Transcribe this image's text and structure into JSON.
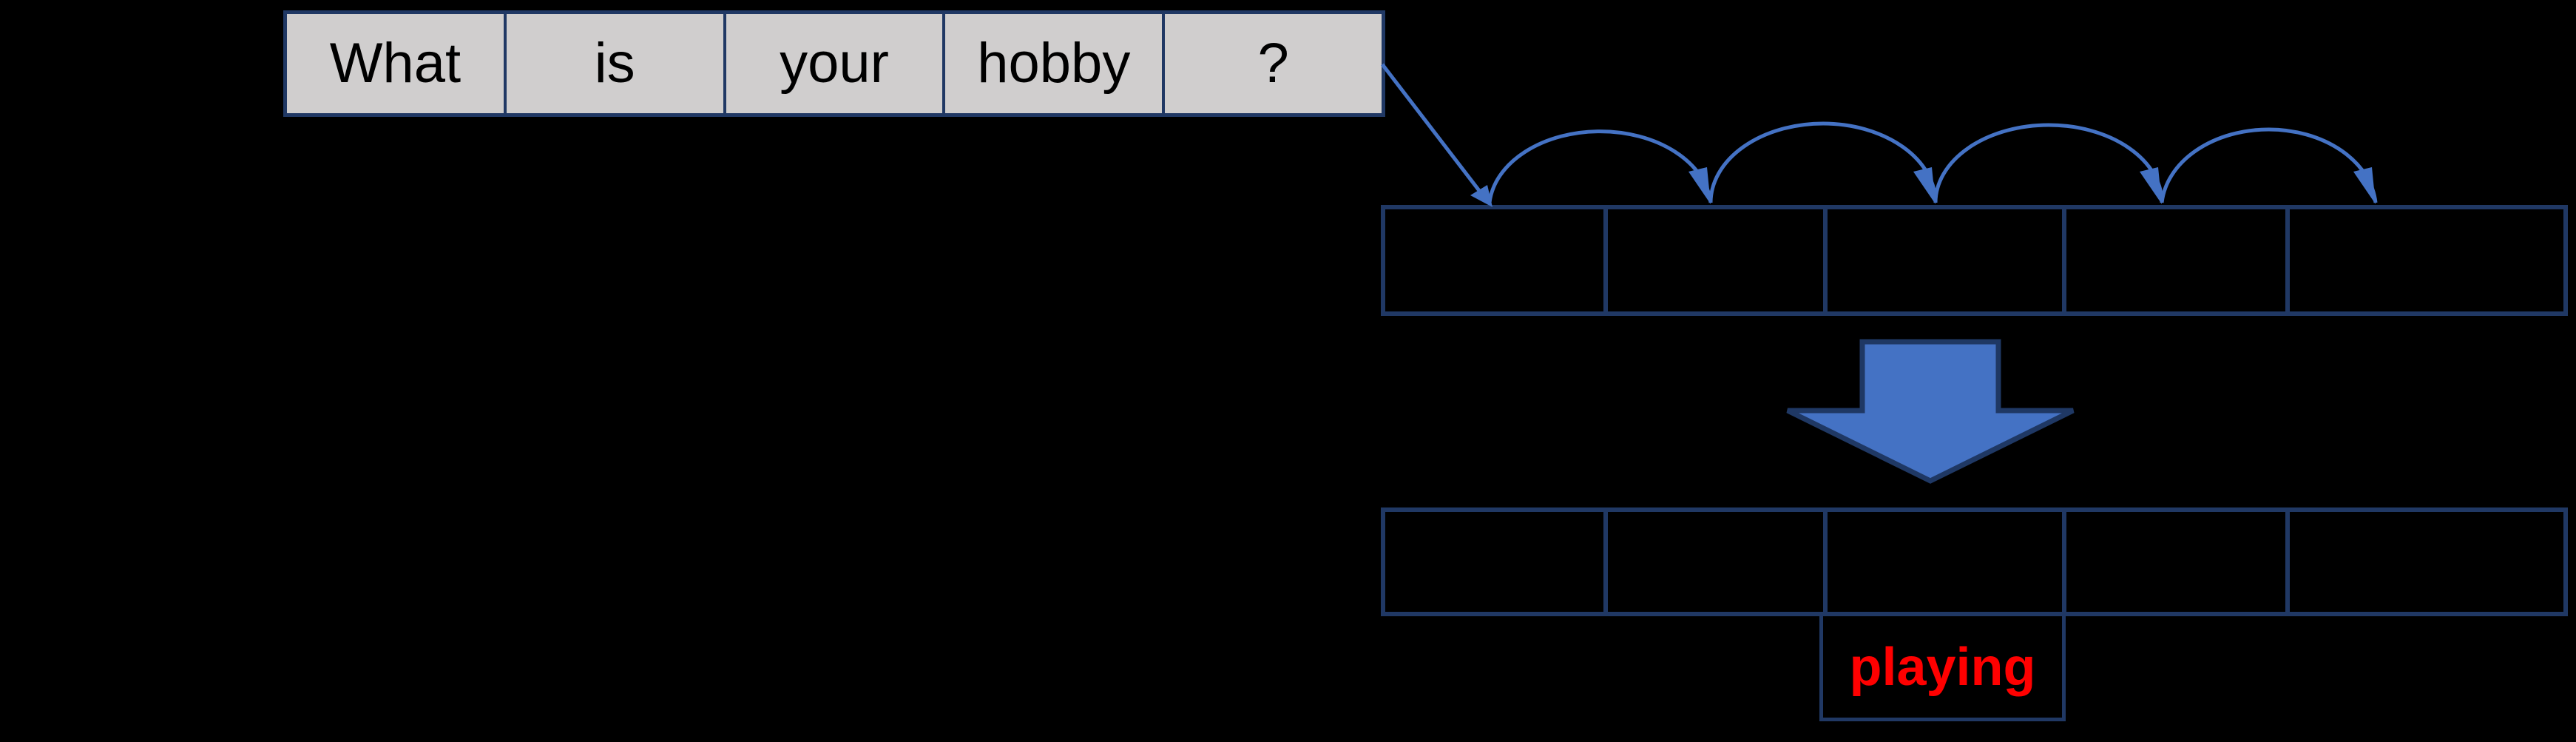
{
  "background_color": "#000000",
  "question_row": {
    "tokens": [
      "What",
      "is",
      "your",
      "hobby",
      "?"
    ],
    "fill_color": "#D0CECE",
    "text_color": "#000000",
    "border_color": "#203864"
  },
  "slot_rows": {
    "middle_row_cell_count": 5,
    "bottom_row_cell_count": 5,
    "border_color": "#203864",
    "cell_fill": "transparent"
  },
  "connectors": {
    "line_color": "#4472C4",
    "hop_arc_count": 4,
    "big_down_arrow_fill": "#4472C4",
    "big_down_arrow_outline": "#1F3864"
  },
  "output_cell": {
    "label": "playing",
    "text_color": "#FF0000",
    "border_color": "#203864"
  }
}
